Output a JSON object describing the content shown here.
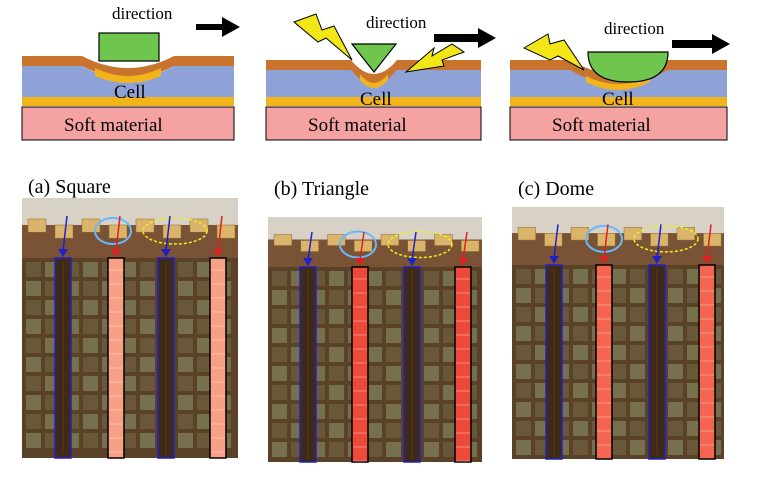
{
  "colors": {
    "top_layer": "#c8742c",
    "cell_layer": "#8fa2d8",
    "yellow_layer": "#f3b41b",
    "soft_material": "#f4a2a2",
    "indenter": "#6ec64e",
    "lightning": "#f2e616",
    "blue_marker": "#2020c8",
    "red_marker": "#e02020",
    "highlight_circle": "#66b8ff",
    "highlight_dotted": "#f0f020",
    "photo_bg": "#5a4228"
  },
  "diagrams": [
    {
      "shape": "square",
      "direction_label": "direction",
      "cell_label": "Cell",
      "base_label": "Soft material",
      "lightning": 0
    },
    {
      "shape": "triangle",
      "direction_label": "direction",
      "cell_label": "Cell",
      "base_label": "Soft material",
      "lightning": 2
    },
    {
      "shape": "dome",
      "direction_label": "direction",
      "cell_label": "Cell",
      "base_label": "Soft material",
      "lightning": 1
    }
  ],
  "panels": [
    {
      "label": "(a) Square",
      "stripe": "#f7a085"
    },
    {
      "label": "(b) Triangle",
      "stripe": "#ee4a3a"
    },
    {
      "label": "(c) Dome",
      "stripe": "#f46552"
    }
  ]
}
